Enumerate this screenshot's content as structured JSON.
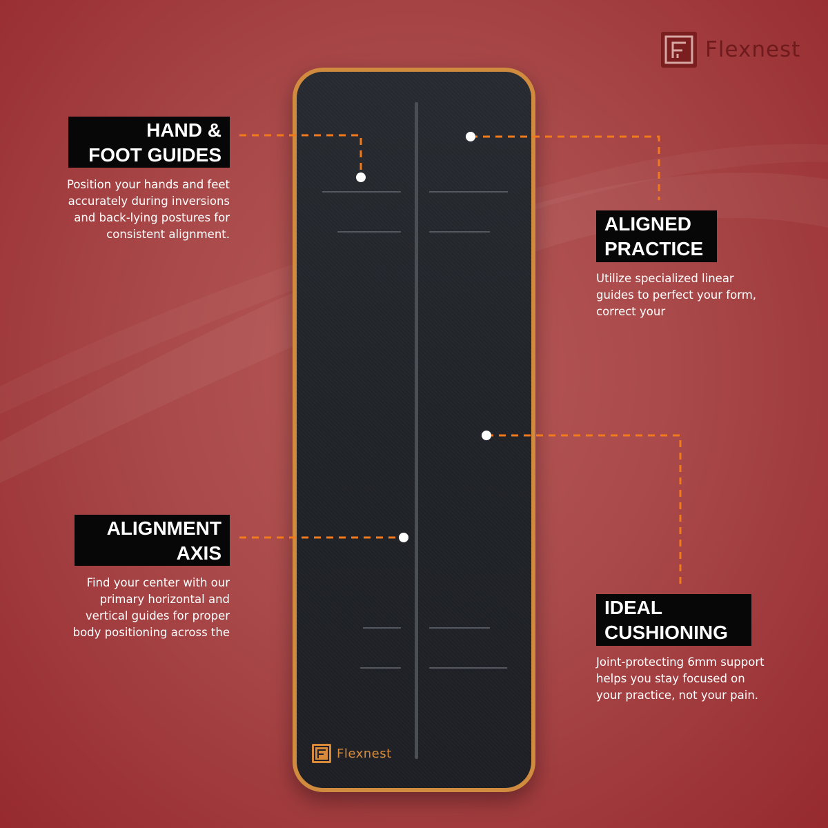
{
  "brand": {
    "name": "Flexnest"
  },
  "mat": {
    "brand_name": "Flexnest"
  },
  "colors": {
    "accent": "#f07a1c",
    "mat_border": "#d08b3e",
    "label_bg": "#070707",
    "brand": "#7a1e1f"
  },
  "features": {
    "hand_foot": {
      "title_line1": "HAND &",
      "title_line2": "FOOT GUIDES",
      "desc_lines": [
        "Position your hands and feet",
        "accurately during inversions",
        "and back-lying postures for",
        "consistent alignment."
      ]
    },
    "aligned_practice": {
      "title_line1": "ALIGNED",
      "title_line2": "PRACTICE",
      "desc_lines": [
        "Utilize specialized linear",
        "guides to perfect your form,",
        "correct your"
      ]
    },
    "alignment_axis": {
      "title_line1": "ALIGNMENT",
      "title_line2": "AXIS",
      "desc_lines": [
        "Find your center with our",
        "primary horizontal and",
        "vertical guides for proper",
        "body positioning across the"
      ]
    },
    "ideal_cushioning": {
      "title_line1": "IDEAL",
      "title_line2": "CUSHIONING",
      "desc_lines": [
        "Joint-protecting 6mm support",
        "helps you stay focused on",
        "your practice, not your pain."
      ]
    }
  }
}
